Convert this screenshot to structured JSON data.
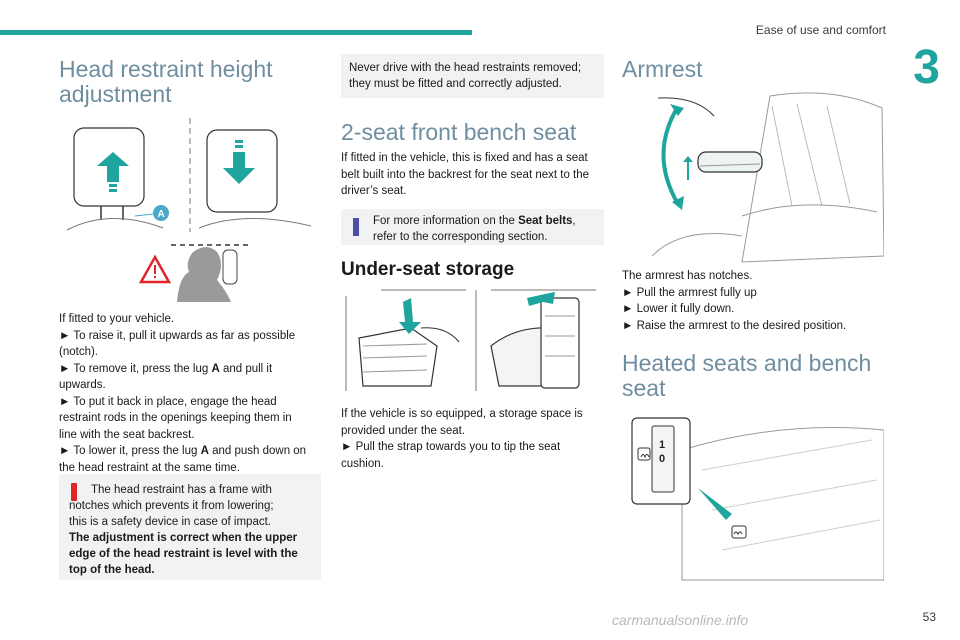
{
  "header": {
    "section_title": "Ease of use and comfort",
    "chapter_number": "3"
  },
  "col1": {
    "title_line1": "Head restraint height",
    "title_line2": "adjustment",
    "label_a": "A",
    "body_lines": [
      "If fitted to your vehicle.",
      "► To raise it, pull it upwards as far as possible",
      "(notch).",
      "► To remove it, press the lug ",
      " and pull it",
      "upwards.",
      "► To put it back in place, engage the head",
      "restraint rods in the openings keeping them in",
      "line with the seat backrest.",
      "► To lower it, press the lug ",
      " and push down on",
      "the head restraint at the same time."
    ],
    "lug_letter": "A",
    "warning": {
      "line1": "The head restraint has a frame with",
      "line2": "notches which prevents it from lowering;",
      "line3": "this is a safety device in case of impact.",
      "bold1": "The adjustment is correct when the upper",
      "bold2": "edge of the head restraint is level with the",
      "bold3": "top of the head."
    }
  },
  "col2": {
    "top_note_line1": "Never drive with the head restraints removed;",
    "top_note_line2": "they must be fitted and correctly adjusted.",
    "bench_title": "2-seat front bench seat",
    "bench_line1": "If fitted in the vehicle, this is fixed and has a seat",
    "bench_line2": "belt built into the backrest for the seat next to the",
    "bench_line3": "driver’s seat.",
    "info_line1_a": "For more information on the ",
    "info_line1_b": "Seat belts",
    "info_line1_c": ",",
    "info_line2": "refer to the corresponding section.",
    "storage_title": "Under-seat storage",
    "storage_line1": "If the vehicle is so equipped, a storage space is",
    "storage_line2": "provided under the seat.",
    "storage_line3": "► Pull the strap towards you to tip the seat",
    "storage_line4": "cushion."
  },
  "col3": {
    "armrest_title": "Armrest",
    "armrest_line1": "The armrest has notches.",
    "armrest_line2": "► Pull the armrest fully up",
    "armrest_line3": "► Lower it fully down.",
    "armrest_line4": "► Raise the armrest to the desired position.",
    "heated_title_line1": "Heated seats and bench",
    "heated_title_line2": "seat",
    "switch_mark_1": "1",
    "switch_mark_0": "0"
  },
  "footer": {
    "page_number": "53",
    "watermark": "carmanualsonline.info"
  },
  "colors": {
    "accent": "#1fa59d",
    "heading": "#6f8ea0",
    "warning": "#e0252a",
    "info": "#4b4fa6",
    "note_bg": "#f1f2f3"
  }
}
